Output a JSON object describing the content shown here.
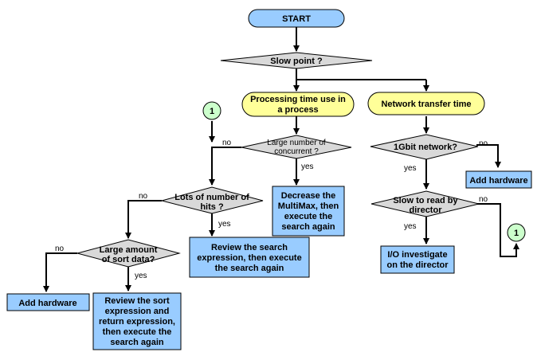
{
  "colors": {
    "start_fill": "#99ccff",
    "process_fill": "#99ccff",
    "decision_fill": "#d9d9d9",
    "yellow_fill": "#ffff99",
    "connector_fill": "#ccffcc",
    "line": "#000000"
  },
  "start": {
    "label": "START"
  },
  "slow_point": {
    "label": "Slow point ?"
  },
  "processing": {
    "line1": "Processing time use in",
    "line2": "a process"
  },
  "network": {
    "label": "Network transfer time"
  },
  "concurrent": {
    "line1": "Large number of",
    "line2": "concurrent ?"
  },
  "multimax": {
    "line1": "Decrease the",
    "line2": "MultiMax, then",
    "line3": "execute the",
    "line4": "search again"
  },
  "hits": {
    "line1": "Lots of number of",
    "line2": "hits ?"
  },
  "review_search": {
    "line1": "Review the search",
    "line2": "expression, then execute",
    "line3": "the search again"
  },
  "sort_data": {
    "line1": "Large amount",
    "line2": "of sort data?"
  },
  "add_hw_left": {
    "label": "Add hardware"
  },
  "review_sort": {
    "line1": "Review the sort",
    "line2": "expression and",
    "line3": "return expression,",
    "line4": "then execute the",
    "line5": "search again"
  },
  "gbit": {
    "label": "1Gbit network?"
  },
  "add_hw_right": {
    "label": "Add hardware"
  },
  "director": {
    "line1": "Slow to read by",
    "line2": "director"
  },
  "io": {
    "line1": "I/O investigate",
    "line2": "on the director"
  },
  "connector": {
    "label": "1"
  },
  "labels": {
    "yes": "yes",
    "no": "no"
  }
}
